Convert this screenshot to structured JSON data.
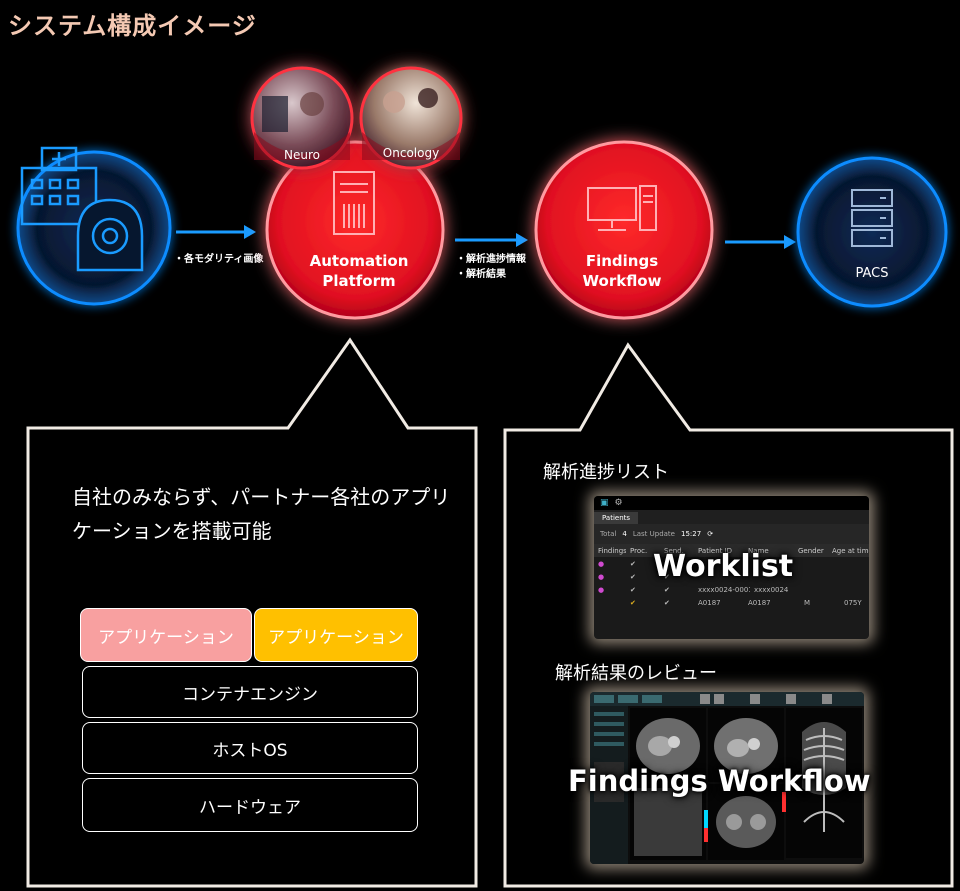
{
  "title": "システム構成イメージ",
  "colors": {
    "accent_red": "#e8192c",
    "accent_blue": "#0a8cff",
    "app_pink": "#f8a0a0",
    "app_yellow": "#ffc000"
  },
  "nodes": {
    "hospital": {
      "icon": "hospital-modality-icon"
    },
    "neuro": {
      "label": "Neuro"
    },
    "oncology": {
      "label": "Oncology"
    },
    "automation": {
      "line1": "Automation",
      "line2": "Platform",
      "icon": "server-icon"
    },
    "findings": {
      "line1": "Findings",
      "line2": "Workflow",
      "icon": "workstation-icon"
    },
    "pacs": {
      "label": "PACS",
      "icon": "storage-icon"
    }
  },
  "arrows": {
    "a1": {
      "text": "・各モダリティ画像"
    },
    "a2": {
      "line1": "・解析進捗情報",
      "line2": "・解析結果"
    }
  },
  "left_box": {
    "description_line1": "自社のみならず、パートナー各社のアプリ",
    "description_line2": "ケーションを搭載可能",
    "layers": {
      "app1": "アプリケーション",
      "app2": "アプリケーション",
      "container": "コンテナエンジン",
      "hostos": "ホストOS",
      "hardware": "ハードウェア"
    }
  },
  "right_box": {
    "worklist_title": "解析進捗リスト",
    "worklist_overlay": "Worklist",
    "review_title": "解析結果のレビュー",
    "review_overlay": "Findings Workflow"
  },
  "worklist_shot": {
    "tab": "Patients",
    "total_label": "Total",
    "total_value": "4",
    "last_update_label": "Last Update",
    "last_update_value": "15:27",
    "columns": [
      "Findings",
      "Proc.",
      "Send.",
      "Patient ID",
      "Name",
      "Gender",
      "Age at time of st"
    ],
    "rows": [
      {
        "pid": "xxxx0024-0001",
        "name": "xxxx0024",
        "gender": "",
        "age": ""
      },
      {
        "pid": "A0187",
        "name": "A0187",
        "gender": "M",
        "age": "075Y"
      }
    ]
  }
}
